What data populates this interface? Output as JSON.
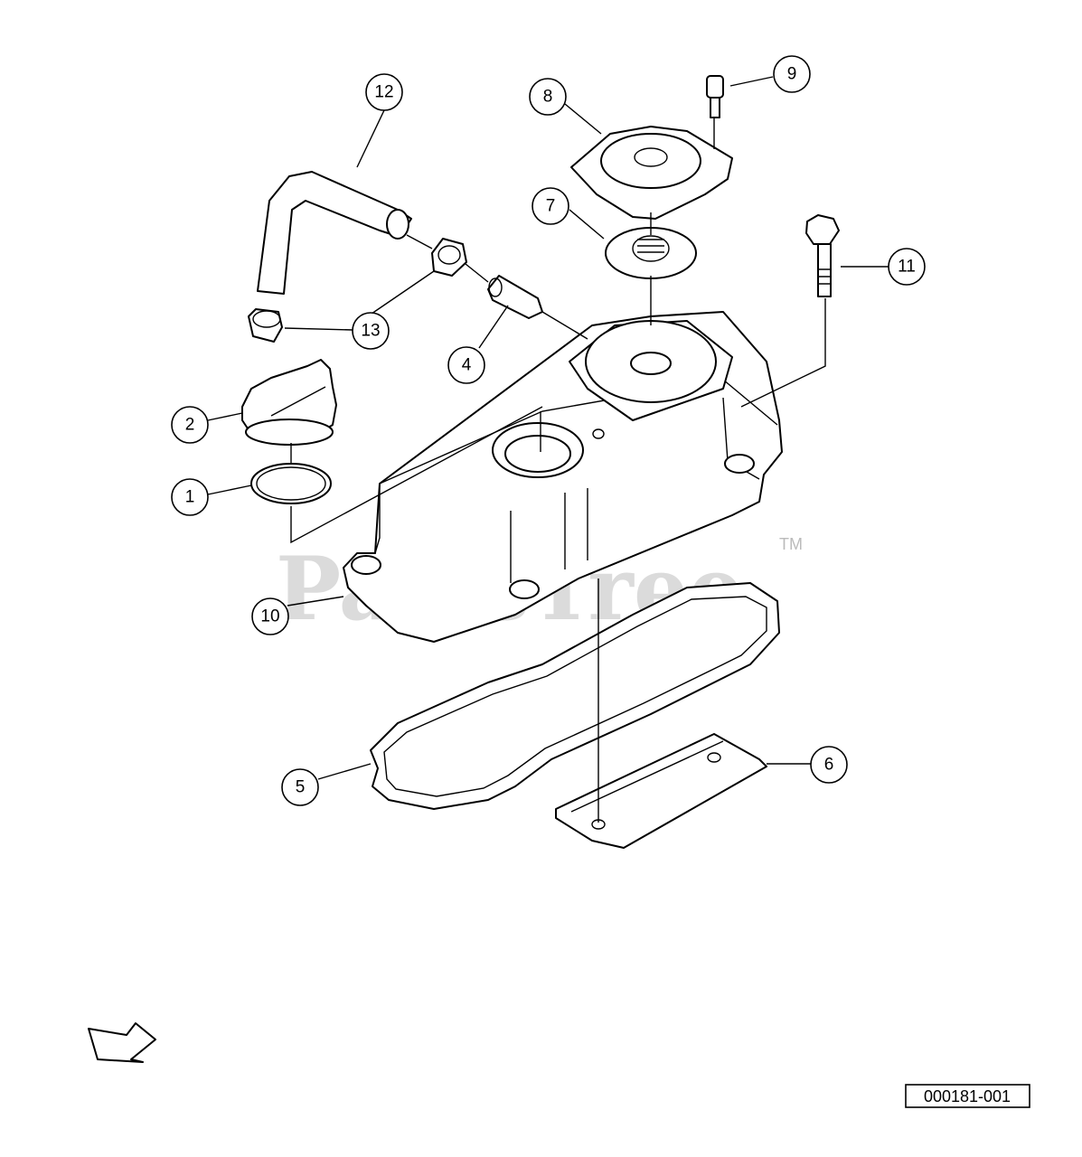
{
  "watermark": {
    "text": "PartsTree",
    "tm": "TM"
  },
  "figure_id": "000181-001",
  "callouts": [
    "12",
    "8",
    "9",
    "7",
    "11",
    "13",
    "4",
    "2",
    "1",
    "10",
    "5",
    "6"
  ]
}
